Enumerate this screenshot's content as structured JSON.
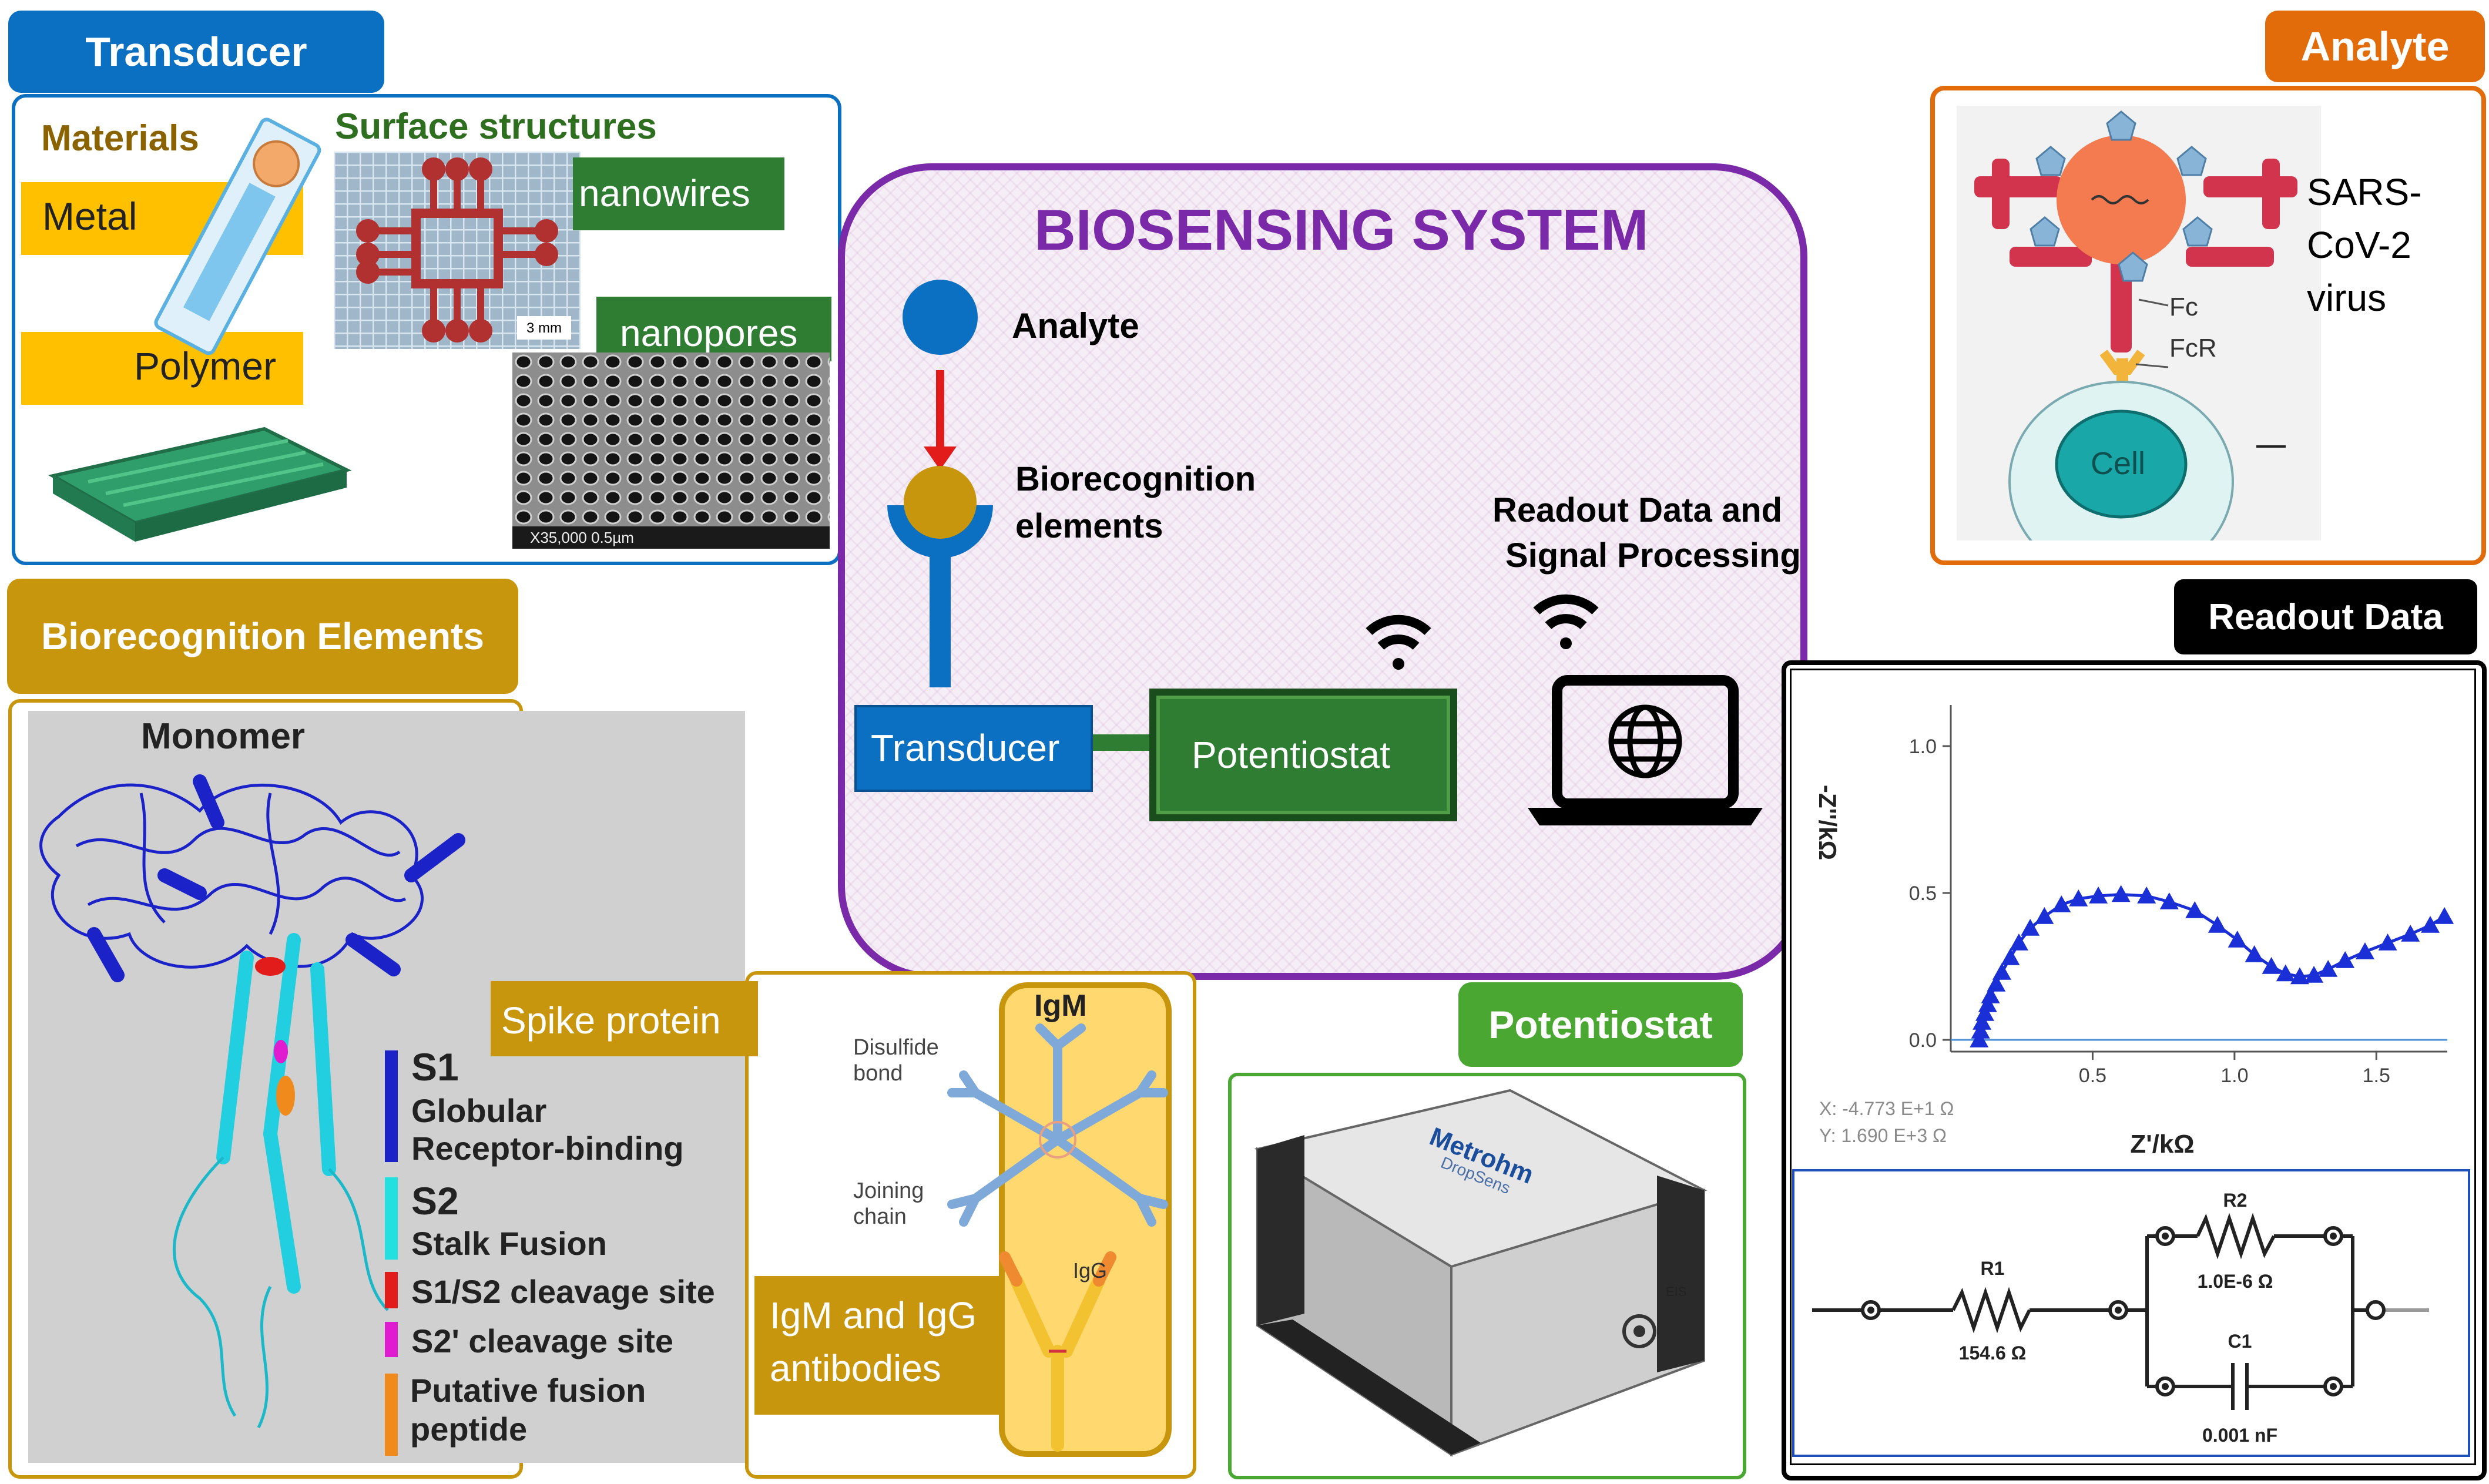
{
  "colors": {
    "blue": "#0b6fc2",
    "orange": "#e26b0a",
    "gold": "#c8960c",
    "green": "#4aa832",
    "purple": "#7a2aa8",
    "black": "#000000",
    "yellow": "#ffc000",
    "dark_green": "#2e7d32",
    "node_blue": "#1f4fb8"
  },
  "transducer": {
    "header": "Transducer",
    "materials_label": "Materials",
    "metal": "Metal",
    "polymer": "Polymer",
    "surface_label": "Surface structures",
    "nanowires": "nanowires",
    "nanopores": "nanopores",
    "scale_bar": "3 mm",
    "sem_caption": "X35,000   0.5µm"
  },
  "center": {
    "title": "BIOSENSING SYSTEM",
    "analyte": "Analyte",
    "biorecognition_line1": "Biorecognition",
    "biorecognition_line2": "elements",
    "transducer": "Transducer",
    "potentiostat": "Potentiostat",
    "readout_line1": "Readout Data and",
    "readout_line2": "Signal Processing"
  },
  "analyte": {
    "header": "Analyte",
    "virus_line1": "SARS-",
    "virus_line2": "CoV-2",
    "virus_line3": "virus",
    "fc": "Fc",
    "fcr": "FcR",
    "cell": "Cell"
  },
  "bio": {
    "header": "Biorecognition Elements",
    "monomer": "Monomer",
    "spike": "Spike protein",
    "s1": "S1",
    "s1_desc1": "Globular",
    "s1_desc2": "Receptor-binding",
    "s2": "S2",
    "s2_desc": "Stalk Fusion",
    "cleave1": "S1/S2 cleavage site",
    "cleave2": "S2' cleavage site",
    "fusion1": "Putative fusion",
    "fusion2": "peptide",
    "igm": "IgM",
    "igg": "IgG",
    "disulfide1": "Disulfide",
    "disulfide2": "bond",
    "joining1": "Joining",
    "joining2": "chain",
    "antibodies1": "IgM and IgG",
    "antibodies2": "antibodies"
  },
  "potentiostat": {
    "header": "Potentiostat",
    "brand": "Metrohm",
    "sub": "DropSens",
    "port": "EIS"
  },
  "readout": {
    "header": "Readout Data",
    "ylabel": "-Z''/kΩ",
    "xlabel": "Z'/kΩ",
    "cursor_x": "X: -4.773 E+1 Ω",
    "cursor_y": "Y: 1.690 E+3 Ω",
    "r1": "R1",
    "r1_value": "154.6  Ω",
    "r2": "R2",
    "r2_value": "1.0E-6  Ω",
    "c1": "C1",
    "c1_value": "0.001 nF"
  },
  "chart_data": {
    "type": "scatter",
    "xlabel": "Z'/kΩ",
    "ylabel": "-Z''/kΩ",
    "xlim": [
      0.0,
      1.75
    ],
    "ylim": [
      0.0,
      1.1
    ],
    "xticks": [
      "0.5",
      "1.0",
      "1.5"
    ],
    "yticks": [
      "0.0",
      "0.5",
      "1.0"
    ],
    "grid": false,
    "marker": "triangle",
    "color": "#1a2fd6",
    "x": [
      0.1,
      0.105,
      0.11,
      0.12,
      0.13,
      0.14,
      0.16,
      0.18,
      0.21,
      0.24,
      0.28,
      0.33,
      0.39,
      0.45,
      0.52,
      0.6,
      0.69,
      0.77,
      0.86,
      0.94,
      1.01,
      1.07,
      1.13,
      1.18,
      1.23,
      1.28,
      1.33,
      1.39,
      1.46,
      1.54,
      1.62,
      1.69,
      1.74
    ],
    "y": [
      0.0,
      0.03,
      0.06,
      0.09,
      0.12,
      0.15,
      0.19,
      0.23,
      0.28,
      0.33,
      0.38,
      0.42,
      0.46,
      0.48,
      0.49,
      0.495,
      0.49,
      0.47,
      0.44,
      0.39,
      0.34,
      0.29,
      0.25,
      0.225,
      0.215,
      0.22,
      0.24,
      0.27,
      0.3,
      0.33,
      0.36,
      0.39,
      0.42
    ]
  }
}
